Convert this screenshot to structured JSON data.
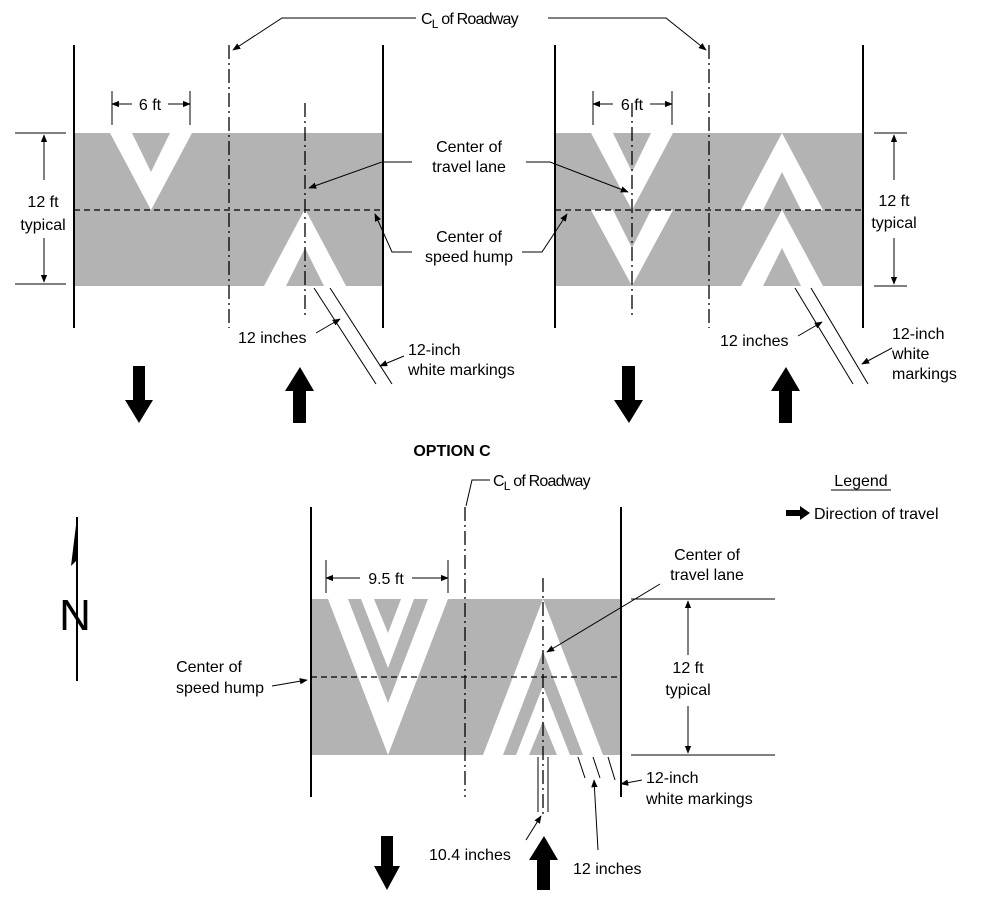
{
  "top_diagrams": {
    "centerline_label": "C",
    "centerline_sub": "L",
    "centerline_rest": " of Roadway",
    "left": {
      "width_label": "6 ft",
      "height_label_1": "12 ft",
      "height_label_2": "typical",
      "travel_lane_label_1": "Center of",
      "travel_lane_label_2": "travel lane",
      "hump_label_1": "Center of",
      "hump_label_2": "speed hump",
      "gap_label": "12 inches",
      "marking_label_1": "12-inch",
      "marking_label_2": "white markings"
    },
    "right": {
      "width_label": "6 ft",
      "height_label_1": "12 ft",
      "height_label_2": "typical",
      "gap_label": "12 inches",
      "marking_label_1": "12-inch",
      "marking_label_2": "white",
      "marking_label_3": "markings"
    }
  },
  "option_c": {
    "title": "OPTION C",
    "centerline_label": "C",
    "centerline_sub": "L",
    "centerline_rest": " of Roadway",
    "width_label": "9.5 ft",
    "travel_lane_label_1": "Center of",
    "travel_lane_label_2": "travel lane",
    "hump_label_1": "Center of",
    "hump_label_2": "speed hump",
    "height_label_1": "12 ft",
    "height_label_2": "typical",
    "marking_label_1": "12-inch",
    "marking_label_2": "white markings",
    "offset_label": "10.4 inches",
    "gap_label": "12 inches"
  },
  "legend": {
    "title": "Legend",
    "entry": "Direction of travel"
  },
  "north_arrow": {
    "label": "N"
  },
  "colors": {
    "hump_fill": "#b3b3b3",
    "marking": "#ffffff",
    "line": "#000000"
  }
}
